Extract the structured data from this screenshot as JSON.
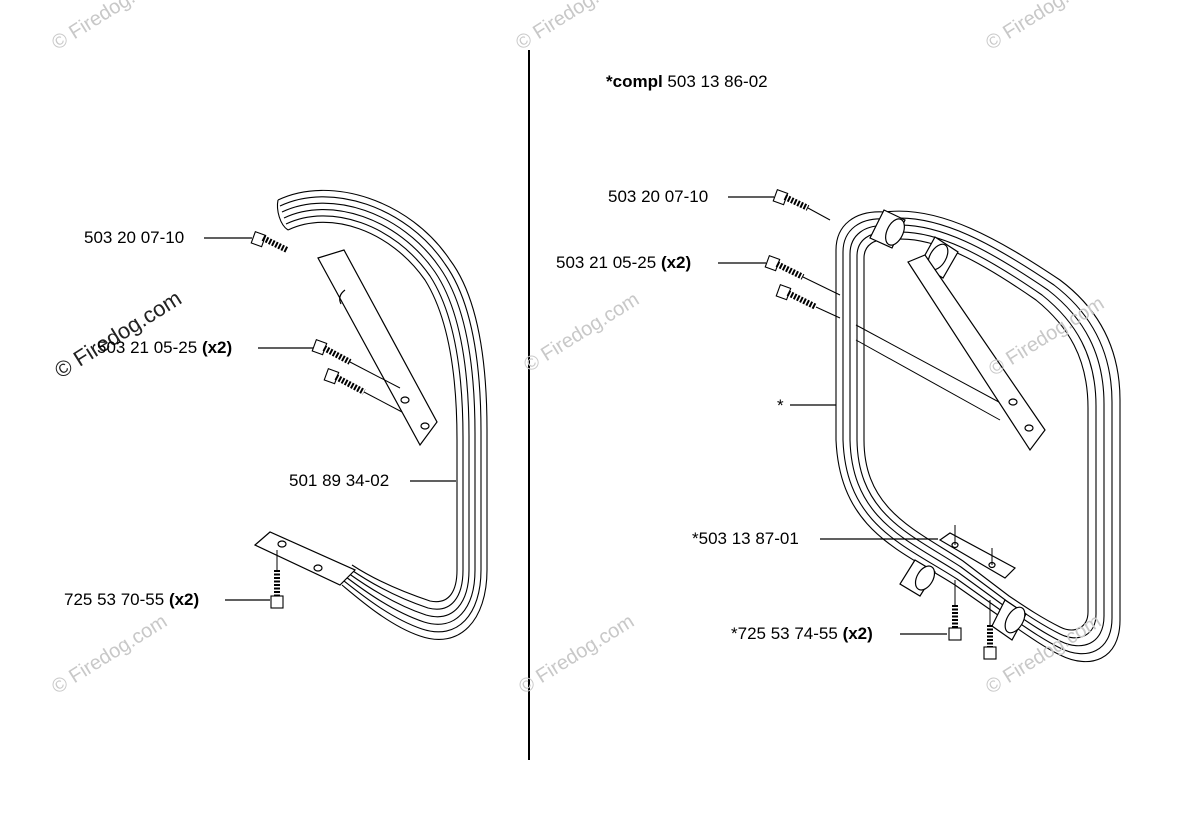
{
  "watermark": {
    "text": "© Firedog.com",
    "faint_color": "#c8c8c8",
    "dark_color": "#222222"
  },
  "left": {
    "labels": {
      "bolt_top": {
        "part": "503 20 07-10",
        "qty": ""
      },
      "bolt_mid": {
        "part": "503 21 05-25",
        "qty": "(x2)"
      },
      "frame": {
        "part": "501 89 34-02",
        "qty": ""
      },
      "bolt_bottom": {
        "part": "725 53 70-55",
        "qty": "(x2)"
      }
    }
  },
  "right": {
    "compl": {
      "prefix": "*compl",
      "part": "503 13 86-02"
    },
    "labels": {
      "bolt_top": {
        "part": "503 20 07-10",
        "qty": ""
      },
      "bolt_mid": {
        "part": "503 21 05-25",
        "qty": "(x2)"
      },
      "star": {
        "part": "*",
        "qty": ""
      },
      "plate": {
        "part": "*503 13 87-01",
        "qty": ""
      },
      "bolt_bottom": {
        "part": "*725 53 74-55",
        "qty": "(x2)"
      }
    }
  }
}
